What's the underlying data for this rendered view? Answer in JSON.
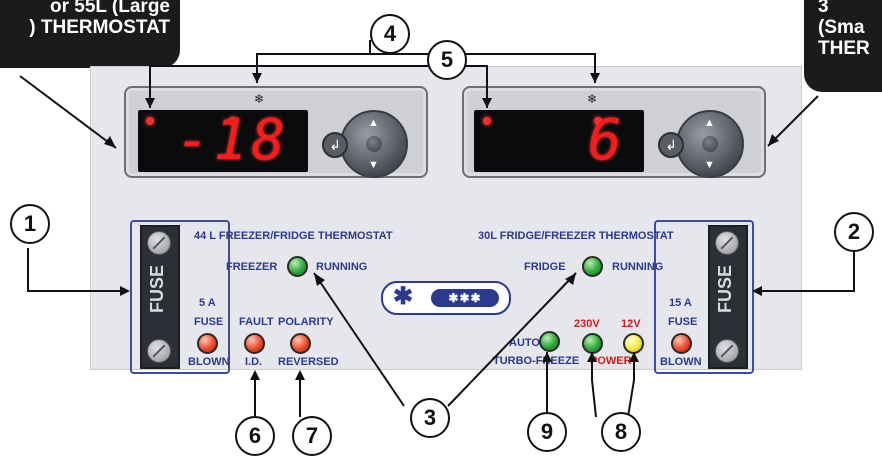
{
  "callouts": {
    "left": [
      "or 55L (Large",
      ") THERMOSTAT"
    ],
    "right": [
      "3",
      "(Sma",
      "THER"
    ]
  },
  "displays": {
    "left": {
      "reading": "-18",
      "snowflake": "❄",
      "enter": "↲"
    },
    "right": {
      "reading": "6",
      "snowflake": "❄",
      "enter": "↲"
    }
  },
  "left_section": {
    "title": "44 L FREEZER/FRIDGE THERMOSTAT",
    "running_prefix": "FREEZER",
    "running_suffix": "RUNNING",
    "fuse_rating": "5 A",
    "fuse_label": "FUSE",
    "fuse_blown": "BLOWN",
    "fuse_body": "FUSE",
    "fault": "FAULT",
    "id": "I.D.",
    "polarity": "POLARITY",
    "reversed": "REVERSED"
  },
  "right_section": {
    "title": "30L FRIDGE/FREEZER THERMOSTAT",
    "running_prefix": "FRIDGE",
    "running_suffix": "RUNNING",
    "fuse_rating": "15 A",
    "fuse_label": "FUSE",
    "fuse_blown": "BLOWN",
    "fuse_body": "FUSE",
    "auto": "AUTO",
    "turbo": "TURBO-FREEZE",
    "v230": "230V",
    "v12": "12V",
    "power": "POWER"
  },
  "badge": {
    "star": "✱",
    "pill": "✱✱✱"
  },
  "numbers": {
    "n1": "1",
    "n2": "2",
    "n3": "3",
    "n4": "4",
    "n5": "5",
    "n6": "6",
    "n7": "7",
    "n8": "8",
    "n9": "9"
  },
  "colors": {
    "label_blue": "#2b3a8f",
    "label_red": "#d21c1c",
    "display_red": "#ff1a1a"
  }
}
